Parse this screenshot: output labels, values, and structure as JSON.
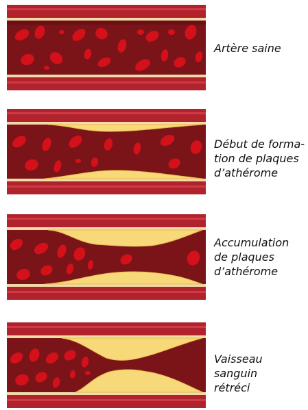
{
  "stages": [
    {
      "caption": "Artère saine"
    },
    {
      "caption": "Début de forma-\ntion de plaques\nd’athérome"
    },
    {
      "caption": "Accumulation\nde plaques\nd’athérome"
    },
    {
      "caption": "Vaisseau sanguin\nrétréci"
    }
  ],
  "colors": {
    "wall_outer": "#b0222c",
    "wall_stripe": "#cf3a44",
    "wall_edge": "#8a1820",
    "intima": "#f2d9a8",
    "lumen": "#7a1419",
    "lumen_shadow": "#5f0e12",
    "plaque": "#f7d97a",
    "plaque_edge": "#e8b94a",
    "cell": "#d4101a",
    "cell_center": "#a80c14",
    "cell_highlight": "#f04a50"
  }
}
